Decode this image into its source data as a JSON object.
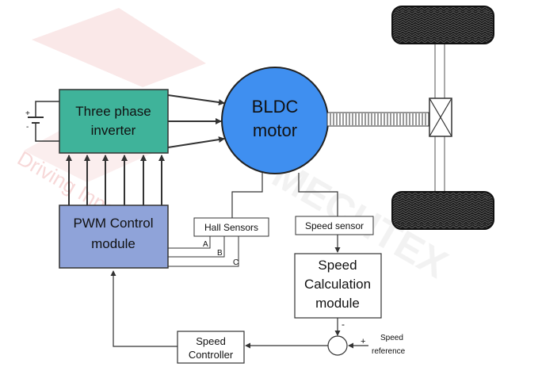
{
  "watermark": {
    "brand": "MECHTEX",
    "tagline": "Driving Innovation"
  },
  "inverter": {
    "line1": "Three phase",
    "line2": "inverter"
  },
  "battery": {
    "plus": "+",
    "minus": "-"
  },
  "motor": {
    "line1": "BLDC",
    "line2": "motor"
  },
  "pwm": {
    "line1": "PWM Control",
    "line2": "module"
  },
  "hall": {
    "label": "Hall Sensors",
    "a": "A",
    "b": "B",
    "c": "C"
  },
  "speed_sensor": {
    "label": "Speed sensor"
  },
  "speed_calc": {
    "line1": "Speed",
    "line2": "Calculation",
    "line3": "module"
  },
  "speed_controller": {
    "line1": "Speed",
    "line2": "Controller"
  },
  "summing": {
    "minus": "-",
    "plus": "+"
  },
  "speed_reference": {
    "line1": "Speed",
    "line2": "reference"
  },
  "colors": {
    "inverter_fill": "#3fb39a",
    "pwm_fill": "#8fa3d9",
    "motor_fill": "#3f8ff0",
    "outline": "#333333",
    "watermark": "#f2c9c9"
  }
}
